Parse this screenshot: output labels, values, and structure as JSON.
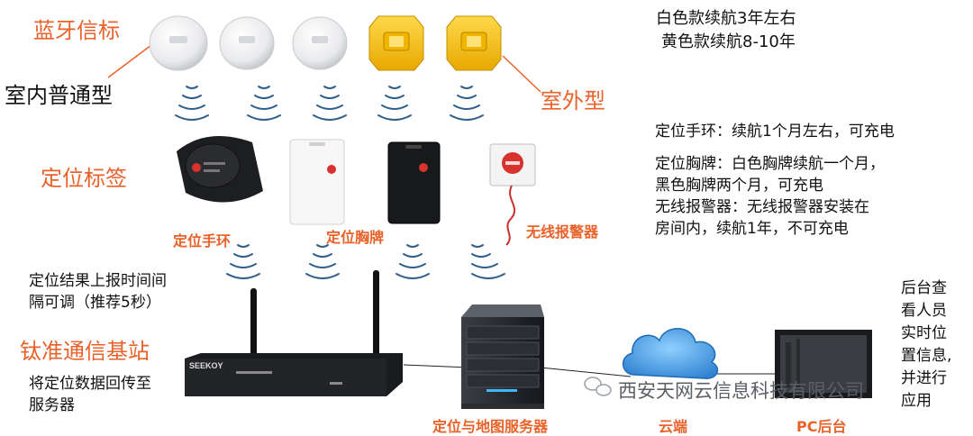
{
  "labels": {
    "bluetooth_beacon": "蓝牙信标",
    "indoor_type": "室内普通型",
    "outdoor_type": "室外型",
    "positioning_tag": "定位标签",
    "wristband": "定位手环",
    "badge": "定位胸牌",
    "wireless_alarm": "无线报警器",
    "base_station": "钛准通信基站",
    "server": "定位与地图服务器",
    "cloud": "云端",
    "pc_backend": "PC后台",
    "device_brand": "SEEKOY",
    "watermark": "西安天网云信息科技有限公司"
  },
  "notes": {
    "battery_white": "白色款续航3年左右",
    "battery_yellow": "黄色款续航8-10年",
    "wristband_info": "定位手环：续航1个月左右，可充电",
    "badge_info_1": "定位胸牌：白色胸牌续航一个月，",
    "badge_info_2": "黑色胸牌两个月，可充电",
    "alarm_info_1": "无线报警器：无线报警器安装在",
    "alarm_info_2": "房间内，续航1年，不可充电",
    "report_interval_1": "定位结果上报时间间",
    "report_interval_2": "隔可调（推荐5秒）",
    "data_return_1": "将定位数据回传至",
    "data_return_2": "服务器",
    "backend_1": "后台查",
    "backend_2": "看人员",
    "backend_3": "实时位",
    "backend_4": "置信息,",
    "backend_5": "并进行",
    "backend_6": "应用"
  },
  "colors": {
    "label_orange": "#e8622a",
    "signal_blue": "#2f5f8a",
    "yellow_beacon": "#f6c21a",
    "cloud_blue": "#3a8ad6"
  }
}
